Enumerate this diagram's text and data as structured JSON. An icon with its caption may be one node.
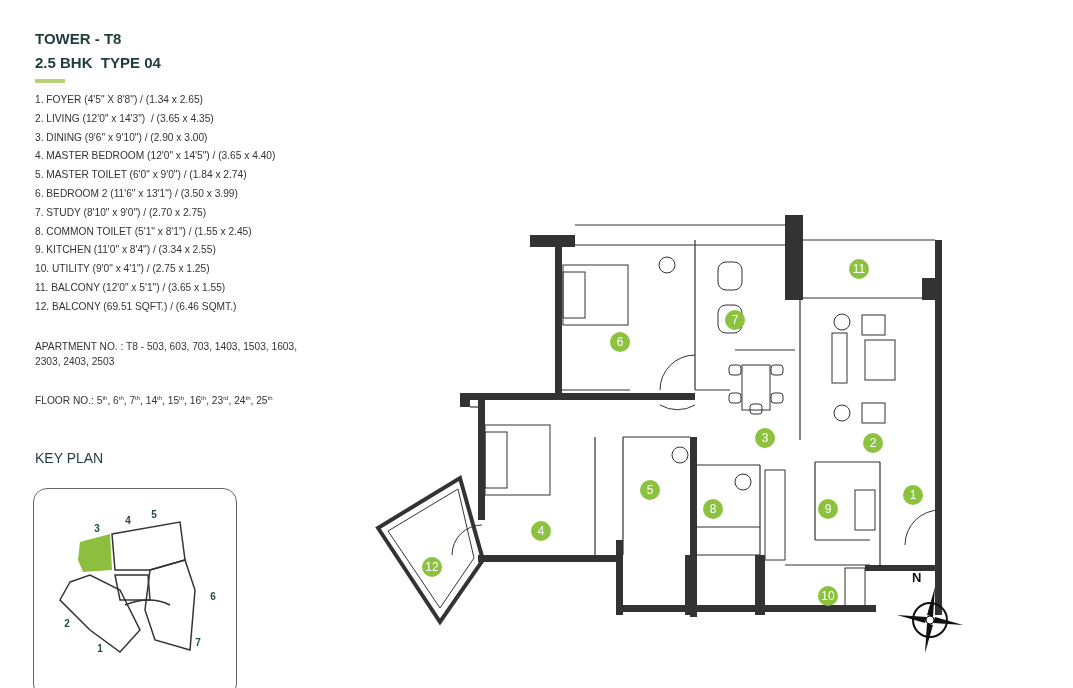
{
  "diagram": {
    "title": "TOWER - T8",
    "labels": [
      "2.5 BHK  TYPE 04",
      "1. FOYER (4'5\" X 8'8\") / (1.34 x 2.65)",
      "2. LIVING (12'0\" x 14'3\")  / (3.65 x 4.35)",
      "3. DINING (9'6\" x 9'10\") / (2.90 x 3.00)",
      "4. MASTER BEDROOM (12'0\" x 14'5\") / (3.65 x 4.40)",
      "5. MASTER TOILET (6'0\" x 9'0\") / (1.84 x 2.74)",
      "6. BEDROOM 2 (11'6\" x 13'1\") / (3.50 x 3.99)",
      "7. STUDY (8'10\" x 9'0\") / (2.70 x 2.75)",
      "8. COMMON TOILET (5'1\" x 8'1\") / (1.55 x 2.45)",
      "9. KITCHEN (11'0\" x 8'4\") / (3.34 x 2.55)",
      "10. UTILITY (9'0\" x 4'1\") / (2.75 x 1.25)",
      "11. BALCONY (12'0\" x 5'1\") / (3.65 x 1.55)",
      "12. BALCONY (69.51 SQFT.) / (6.46 SQMT.)",
      "APARTMENT NO. : T8 - 503, 603, 703, 1403, 1503, 1603, 2303, 2403, 2503",
      "FLOOR NO.: 5$^{th}$, 6$^{th}$, 7$^{th}$, 14$^{th}$, 15$^{th}$, 16$^{th}$, 23$^{rd}$, 24$^{th}$, 25$^{th}$",
      "KEY PLAN",
      "1",
      "2",
      "3",
      "4",
      "5",
      "6",
      "7",
      "8",
      "9",
      "10",
      "11",
      "12",
      "N",
      "3",
      "4",
      "5",
      "6",
      "2",
      "7",
      "1"
    ]
  }
}
